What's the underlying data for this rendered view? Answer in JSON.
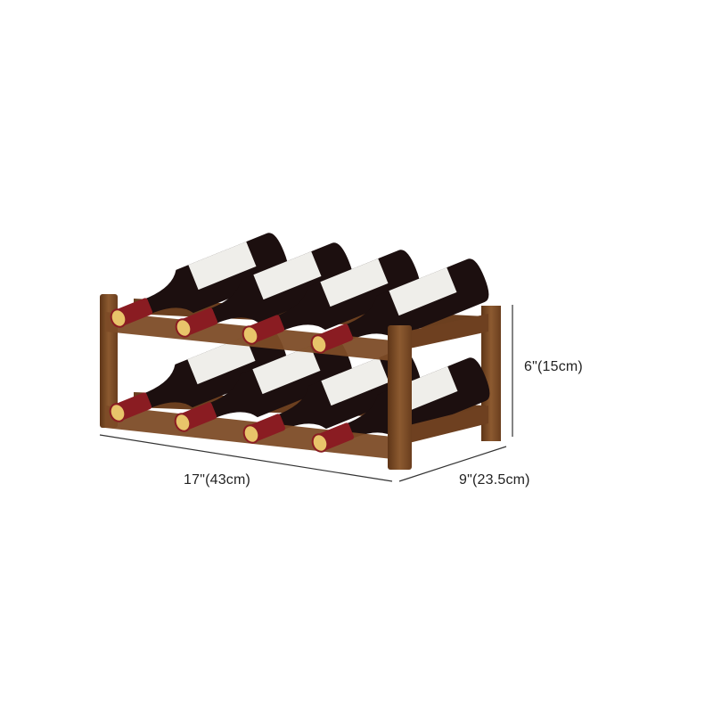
{
  "product": "wine-rack",
  "dimensions": {
    "width_label": "17\"(43cm)",
    "depth_label": "9\"(23.5cm)",
    "height_label": "6\"(15cm)"
  },
  "colors": {
    "wood": "#7a4a26",
    "bottle": "#1c0f0f",
    "capsule": "#8a1c22",
    "cork": "#e8c46a",
    "label": "#efeeea"
  }
}
